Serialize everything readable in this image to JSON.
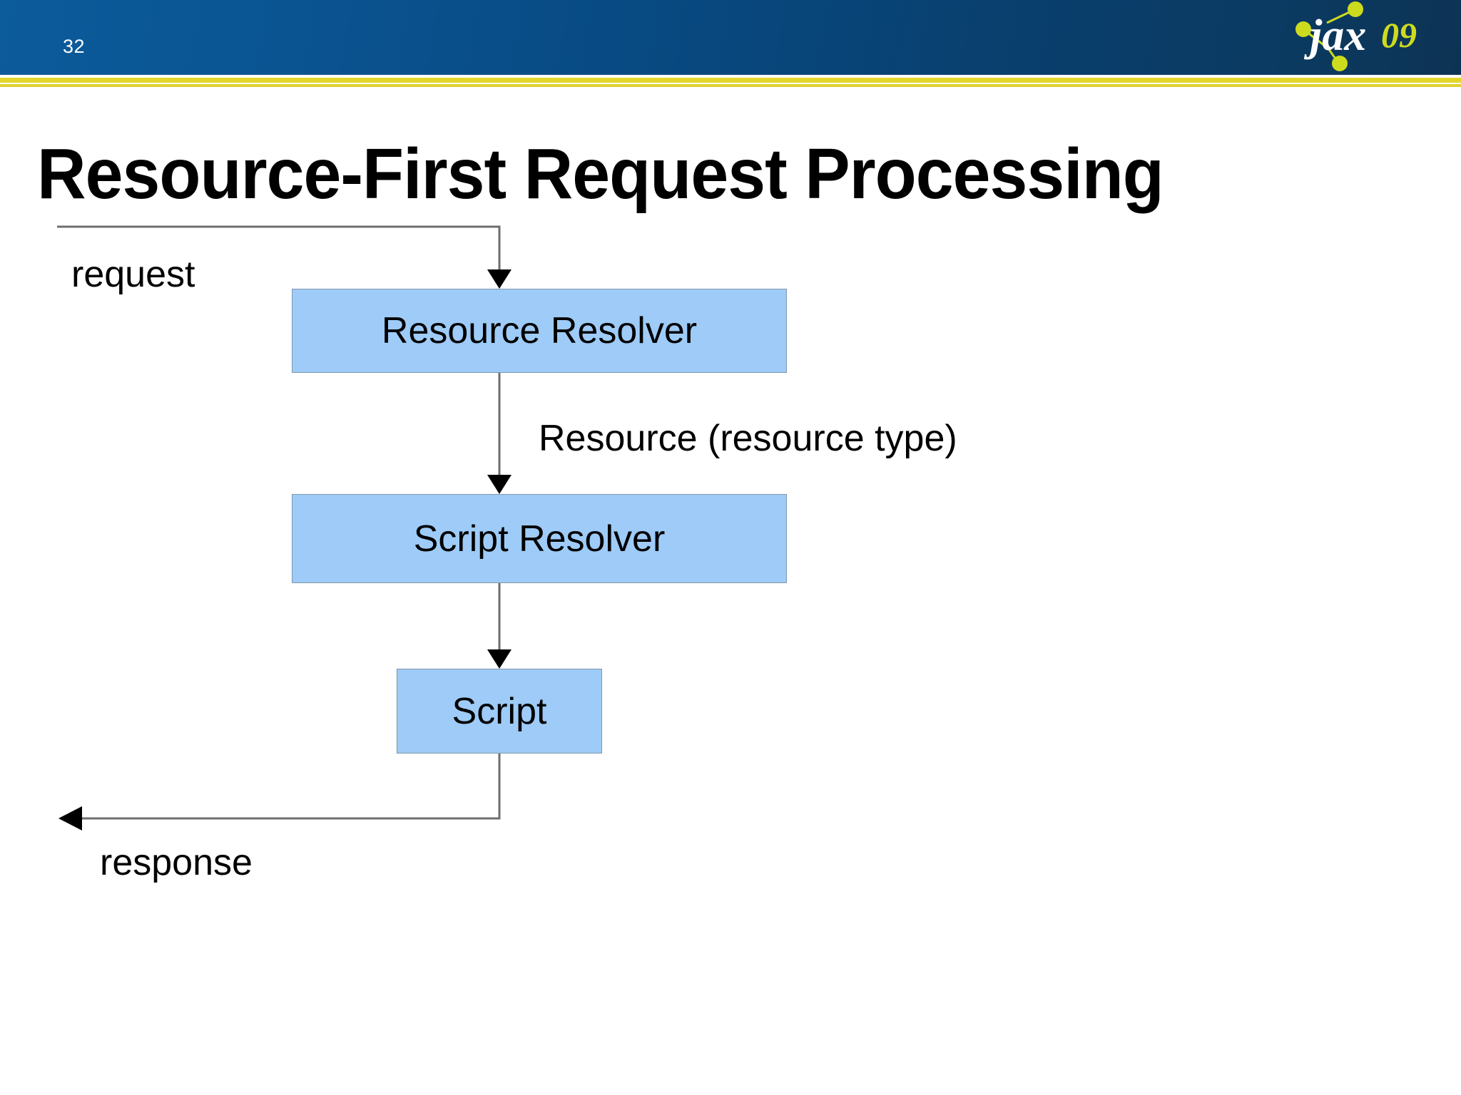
{
  "header": {
    "page_number": "32",
    "logo": {
      "text_main": "jax",
      "text_year": "09",
      "icon": "jax09-logo",
      "colors": {
        "band_left": "#0c5b9b",
        "band_right": "#0d3354",
        "rule": "#e3d62b",
        "logo_accent": "#cddb1e",
        "logo_text": "#ffffff"
      }
    }
  },
  "slide": {
    "title": "Resource-First Request Processing"
  },
  "diagram": {
    "type": "flowchart",
    "node_fill": "#9ecbf7",
    "node_border": "#8097ab",
    "connector_color": "#6e6e6e",
    "arrowhead_color": "#000000",
    "nodes": [
      {
        "id": "resource-resolver",
        "label": "Resource Resolver"
      },
      {
        "id": "script-resolver",
        "label": "Script Resolver"
      },
      {
        "id": "script",
        "label": "Script"
      }
    ],
    "edges": [
      {
        "id": "request",
        "label": "request",
        "from": "outside",
        "to": "resource-resolver"
      },
      {
        "id": "resource-type",
        "label": "Resource (resource type)",
        "from": "resource-resolver",
        "to": "script-resolver"
      },
      {
        "id": "script-edge",
        "label": "",
        "from": "script-resolver",
        "to": "script"
      },
      {
        "id": "response",
        "label": "response",
        "from": "script",
        "to": "outside"
      }
    ]
  }
}
